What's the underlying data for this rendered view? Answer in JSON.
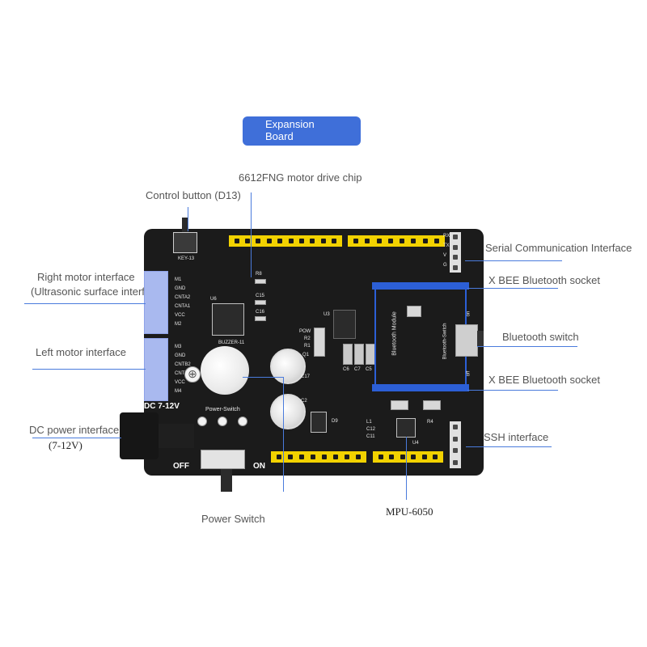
{
  "title": {
    "text": "Expansion\nBoard"
  },
  "callouts": {
    "motor_chip": "6612FNG motor drive chip",
    "control_button": "Control button (D13)",
    "serial": "Serial Communication Interface",
    "xbee_top": "X BEE Bluetooth socket",
    "right_motor_1": "Right motor interface",
    "right_motor_2": "(Ultrasonic surface interface)",
    "bt_switch": "Bluetooth switch",
    "left_motor": "Left motor interface",
    "xbee_bottom": "X BEE Bluetooth socket",
    "dc_power_1": "DC power interface",
    "dc_power_2": "(7-12V)",
    "ssh": "SSH interface",
    "power_switch": "Power Switch",
    "mpu": "MPU-6050"
  },
  "board": {
    "key_label": "KEY-13",
    "dc_label": "DC  7-12V",
    "off_label": "OFF",
    "on_label": "ON",
    "power_switch_label": "Power-Switch",
    "buzzer_label": "BUZZER-11",
    "bt_module_label": "Bluetooth Module",
    "bt_switch_label": "Bluetooth-Switch",
    "bt_on": "on",
    "bt_off": "off",
    "u6": "U6",
    "u3": "U3",
    "u4": "U4",
    "q1": "Q1",
    "d9": "D9",
    "c17": "C17",
    "c2": "C2",
    "c15": "C15",
    "c16": "C16",
    "r8": "R8",
    "pow": "POW",
    "r2": "R2",
    "r1": "R1",
    "c6": "C6",
    "c7": "C7",
    "c5": "C5",
    "l1": "L1",
    "c12": "C12",
    "c11": "C11",
    "r4": "R4",
    "motor1_pins": [
      "M1",
      "GND",
      "CNTA2",
      "CNTA1",
      "VCC",
      "M2"
    ],
    "motor2_pins": [
      "M3",
      "GND",
      "CNTB2",
      "CNTB1",
      "VCC",
      "M4"
    ],
    "serial_pins": [
      "RX",
      "TX",
      "V",
      "G"
    ]
  },
  "colors": {
    "accent": "#3f6fd9",
    "board": "#1b1b1b",
    "header": "#f2d200",
    "connector": "#a9b9ef"
  }
}
